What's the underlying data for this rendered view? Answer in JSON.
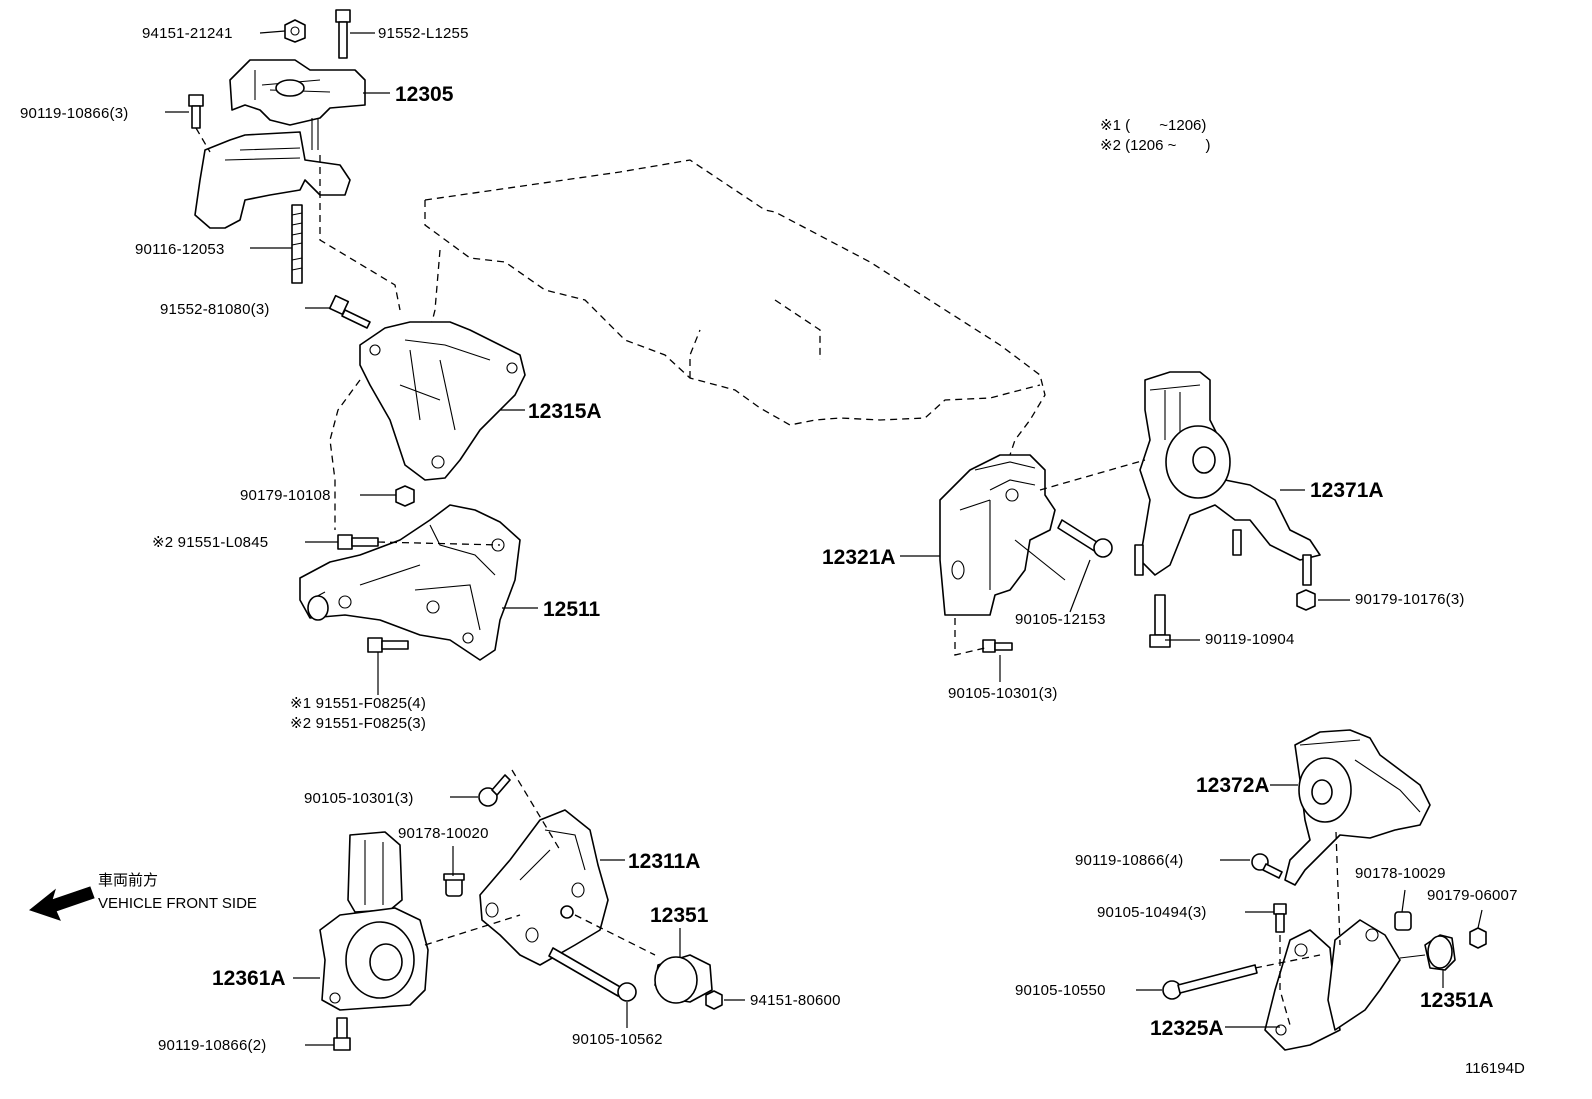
{
  "diagram_id": "116194D",
  "notes": {
    "note1": "※1 (       ~1206)",
    "note2": "※2 (1206 ~       )"
  },
  "front_label": {
    "jp": "車両前方",
    "en": "VEHICLE FRONT SIDE"
  },
  "labels": {
    "p94151_21241": "94151-21241",
    "p91552_L1255": "91552-L1255",
    "p90119_10866_3a": "90119-10866(3)",
    "p12305": "12305",
    "p90116_12053": "90116-12053",
    "p91552_81080": "91552-81080(3)",
    "p12315A": "12315A",
    "p90179_10108": "90179-10108",
    "p91551_L0845": "※2 91551-L0845",
    "p12511": "12511",
    "p91551_F0825_4": "※1 91551-F0825(4)",
    "p91551_F0825_3": "※2 91551-F0825(3)",
    "p12321A": "12321A",
    "p12371A": "12371A",
    "p90105_12153": "90105-12153",
    "p90179_10176": "90179-10176(3)",
    "p90119_10904": "90119-10904",
    "p90105_10301_right": "90105-10301(3)",
    "p90105_10301_left": "90105-10301(3)",
    "p90178_10020": "90178-10020",
    "p12311A": "12311A",
    "p12351": "12351",
    "p12361A": "12361A",
    "p94151_80600": "94151-80600",
    "p90105_10562": "90105-10562",
    "p90119_10866_2": "90119-10866(2)",
    "p12372A": "12372A",
    "p90119_10866_4": "90119-10866(4)",
    "p90178_10029": "90178-10029",
    "p90179_06007": "90179-06007",
    "p90105_10494": "90105-10494(3)",
    "p90105_10550": "90105-10550",
    "p12351A": "12351A",
    "p12325A": "12325A"
  }
}
